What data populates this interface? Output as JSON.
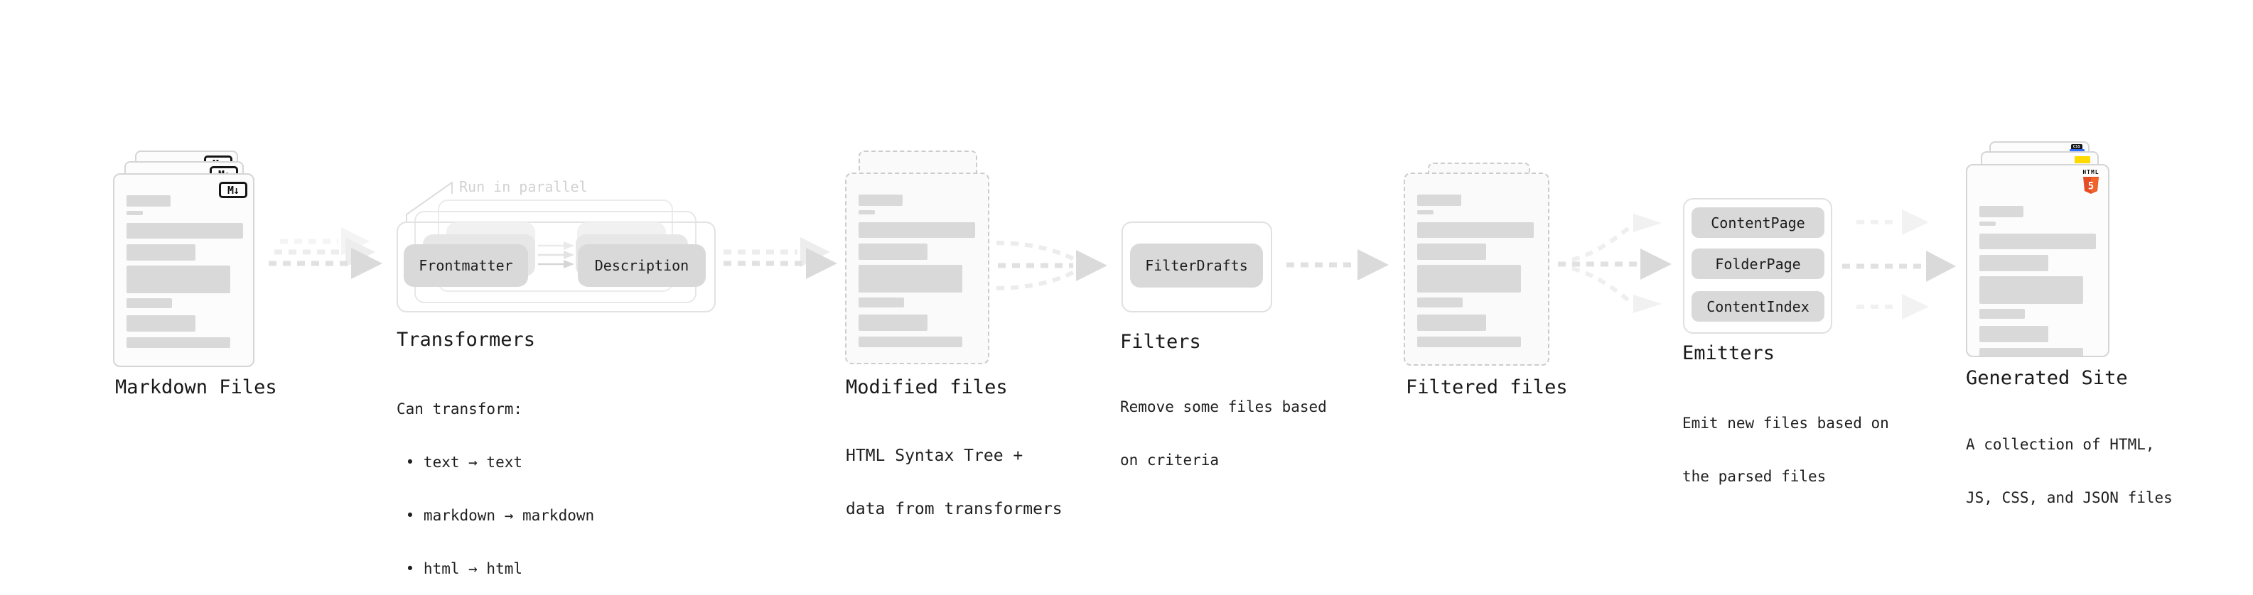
{
  "stages": {
    "markdown_files": {
      "label": "Markdown Files",
      "badge": "M↓"
    },
    "transformers": {
      "label": "Transformers",
      "annotation": "Run in parallel",
      "pill_left": "Frontmatter",
      "pill_right": "Description",
      "body": [
        "Can transform:",
        " • text → text",
        " • markdown → markdown",
        " • html → html"
      ]
    },
    "modified_files": {
      "label": "Modified files",
      "body": [
        "HTML Syntax Tree +",
        "data from transformers"
      ]
    },
    "filters": {
      "label": "Filters",
      "pill": "FilterDrafts",
      "body": [
        "Remove some files based",
        "on criteria"
      ]
    },
    "filtered_files": {
      "label": "Filtered files"
    },
    "emitters": {
      "label": "Emitters",
      "pills": [
        "ContentPage",
        "FolderPage",
        "ContentIndex"
      ],
      "body": [
        "Emit new files based on",
        "the parsed files"
      ]
    },
    "generated_site": {
      "label": "Generated Site",
      "body": [
        "A collection of HTML,",
        "JS, CSS, and JSON files"
      ],
      "badges": {
        "css_label": "CSS",
        "html_label": "HTML",
        "html_number": "5"
      }
    }
  },
  "colors": {
    "markdown_badge": "#161616",
    "html5_orange": "#e44d26",
    "html5_orange_light": "#f16529",
    "js_yellow": "#ffd900",
    "css_blue": "#2f6df6",
    "bar_gray": "#d9d9d9",
    "arrow_dark": "#dadada",
    "arrow_light": "#ededed"
  }
}
